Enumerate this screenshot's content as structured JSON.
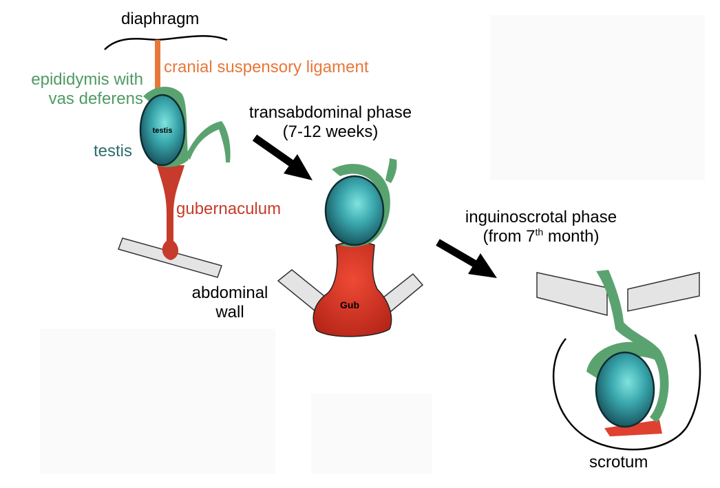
{
  "labels": {
    "diaphragm": "diaphragm",
    "cranial_suspensory_ligament": "cranial suspensory ligament",
    "epididymis_line1": "epididymis with",
    "epididymis_line2": "vas deferens",
    "testis": "testis",
    "gubernaculum": "gubernaculum",
    "abdominal_wall_line1": "abdominal",
    "abdominal_wall_line2": "wall",
    "scrotum": "scrotum"
  },
  "phases": {
    "transabdominal_line1": "transabdominal phase",
    "transabdominal_line2": "(7-12 weeks)",
    "inguinoscrotal_line1": "inguinoscrotal phase",
    "inguinoscrotal_line2_pre": "(from 7",
    "inguinoscrotal_line2_sup": "th",
    "inguinoscrotal_line2_post": " month)"
  },
  "inner_labels": {
    "testis": "testis",
    "gub": "Gub"
  },
  "colors": {
    "ligament": "#e8773a",
    "epididymis": "#4f9a63",
    "testis_label": "#2d6b70",
    "gubernaculum": "#c63b2b",
    "testis_fill": "#2f9aa0",
    "wall": "#e4e4e4"
  }
}
